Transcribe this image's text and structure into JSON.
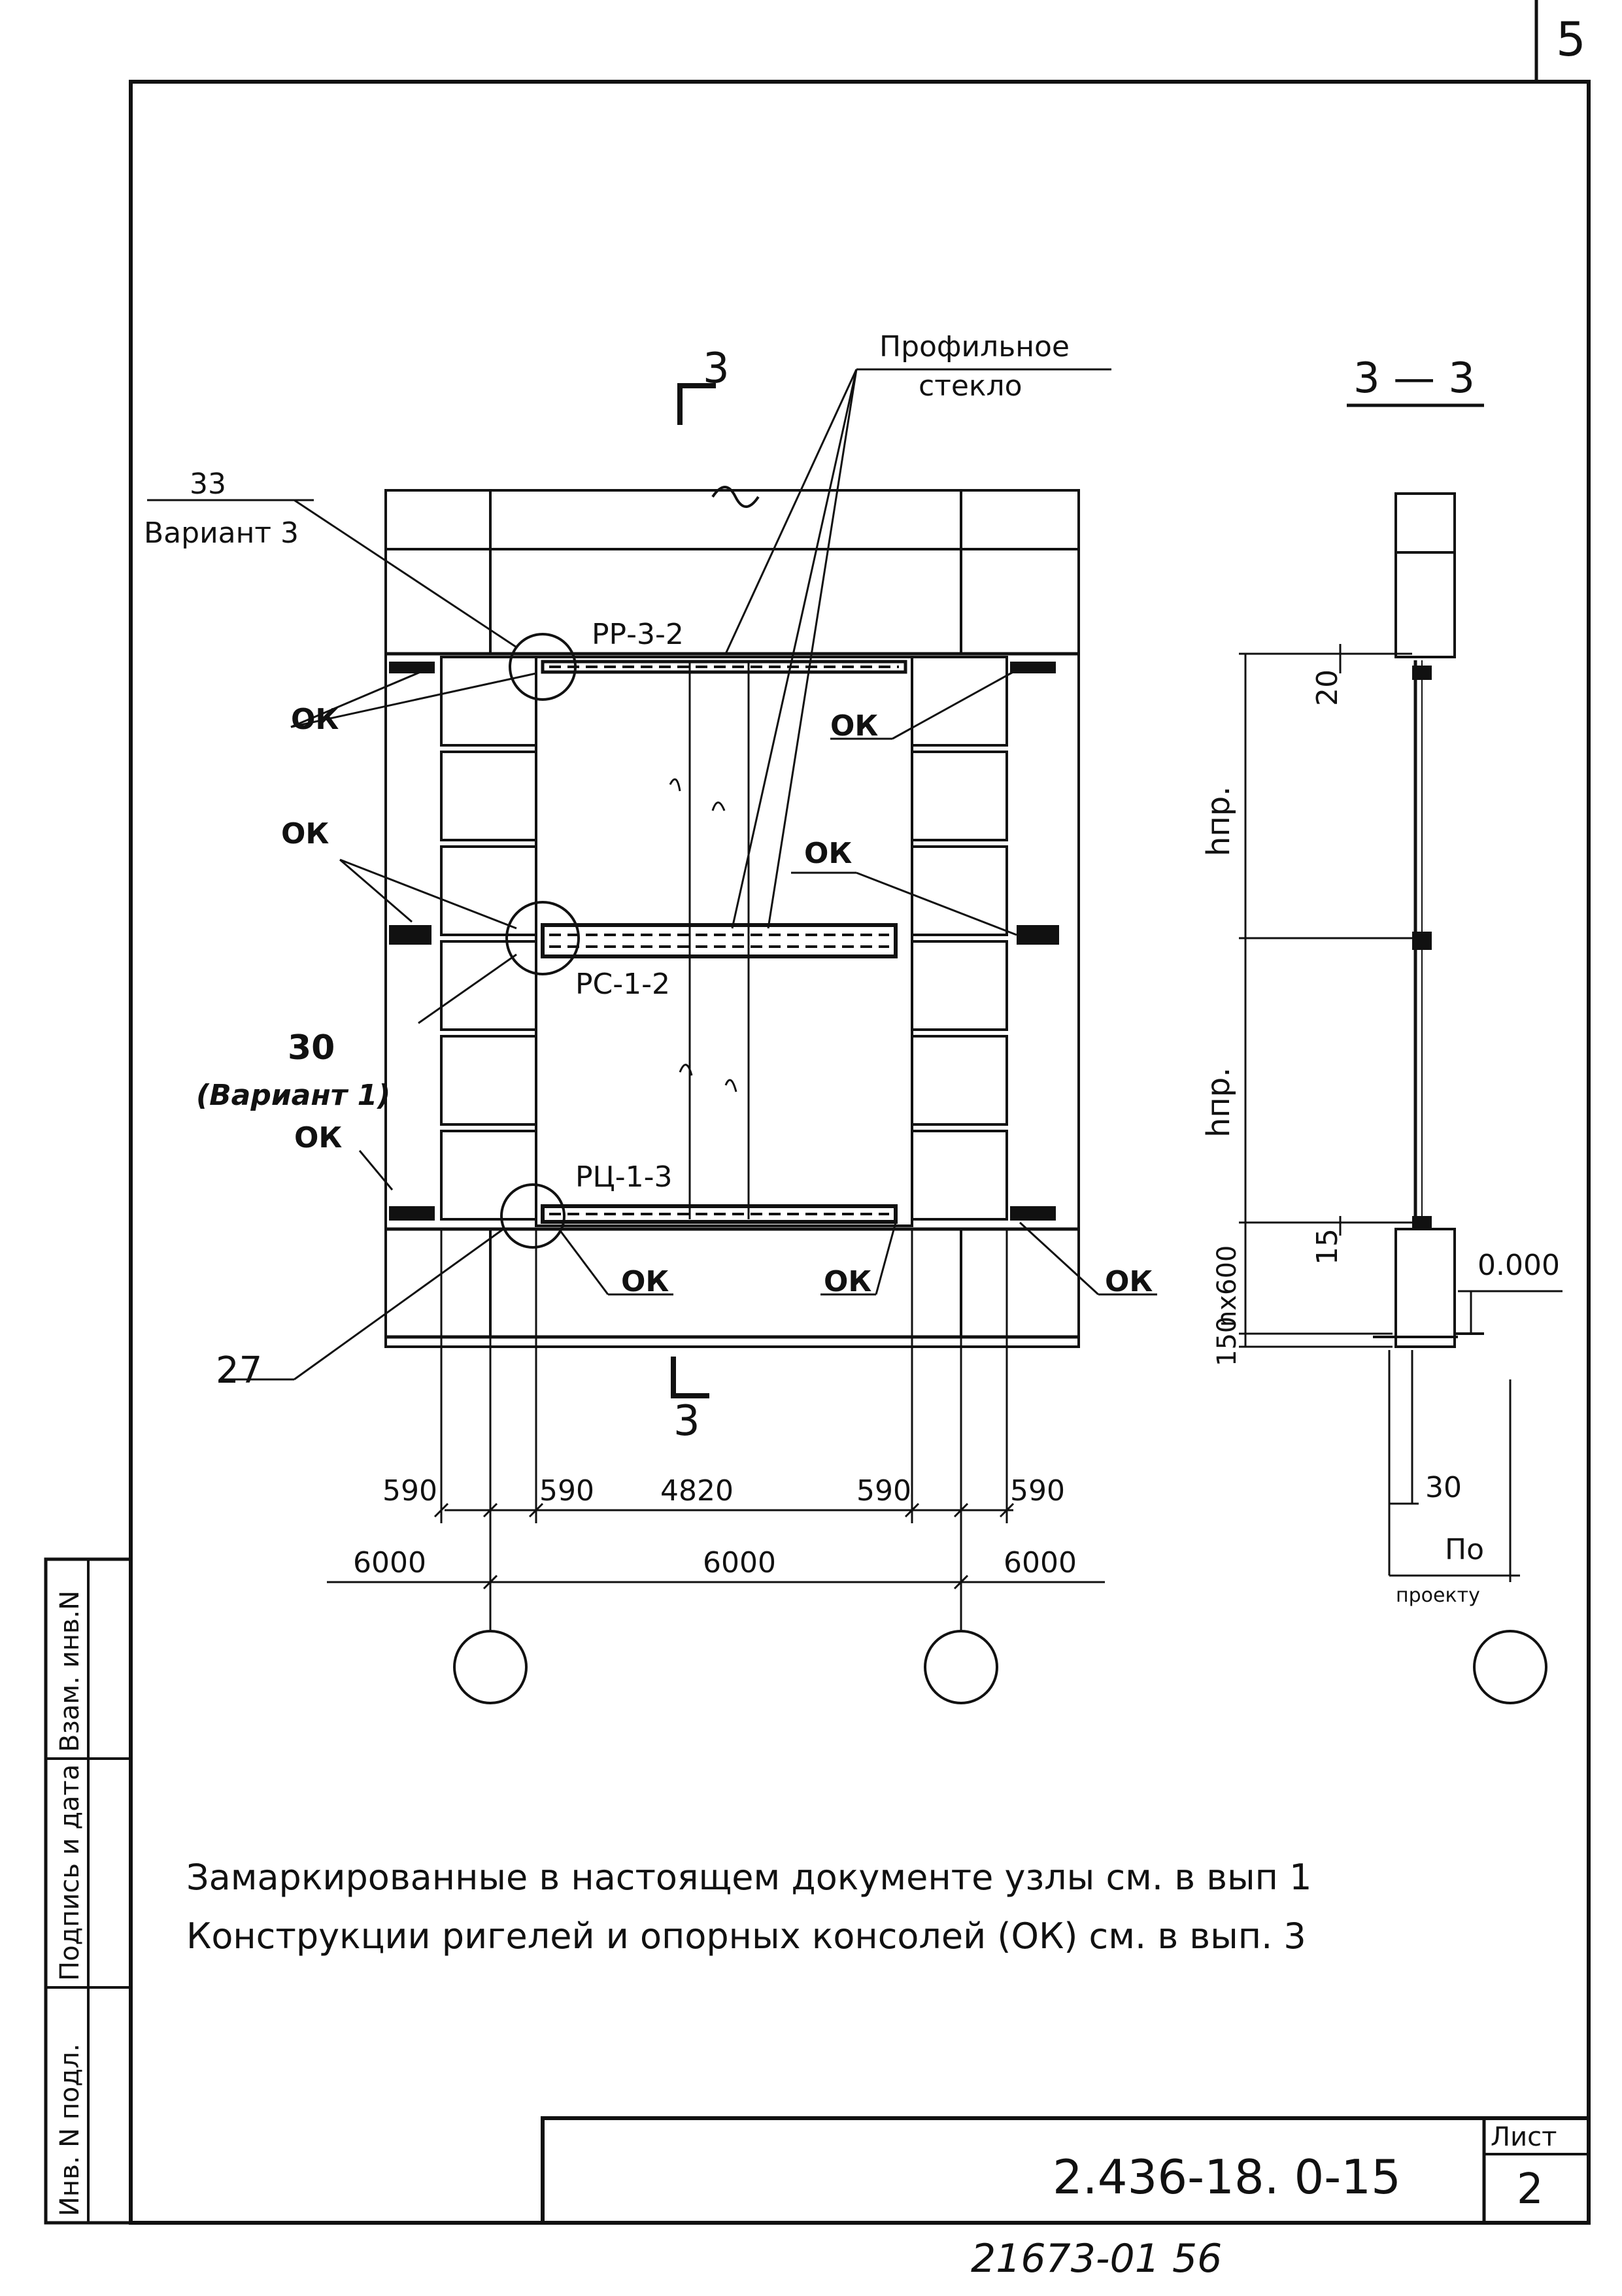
{
  "page_number": "5",
  "sheet_label": "Лист",
  "sheet_number": "2",
  "doc_code": "2.436-18. 0-15",
  "archive_code": "21673-01   56",
  "stamp_columns": [
    "Инв. N подл.",
    "Подпись и дата",
    "Взам. инв.N"
  ],
  "main_view": {
    "section_mark": "3",
    "callouts": {
      "profile_glass": [
        "Профильное",
        "стекло"
      ],
      "variant3_num": "33",
      "variant3_text": "Вариант 3",
      "variant1_num": "30",
      "variant1_text": "(Вариант 1)",
      "node_27": "27",
      "ok": "ОК"
    },
    "beam_marks": [
      "РР-3-2",
      "РС-1-2",
      "РЦ-1-3"
    ],
    "dims_inner": [
      "590",
      "590",
      "4820",
      "590",
      "590"
    ],
    "dims_axes": [
      "6000",
      "6000",
      "6000"
    ]
  },
  "section_view": {
    "title": "3 — 3",
    "dims": {
      "top_gap": "20",
      "h1": "hпр.",
      "h2": "hпр.",
      "bottom_gap": "15",
      "sill": "nx600",
      "base": "150",
      "level": "0.000",
      "thickness": "30",
      "by_project_1": "По",
      "by_project_2": "проекту"
    }
  },
  "notes": [
    "Замаркированные в настоящем документе узлы см. в вып 1",
    "Конструкции ригелей и опорных консолей (ОК) см. в вып. 3"
  ]
}
